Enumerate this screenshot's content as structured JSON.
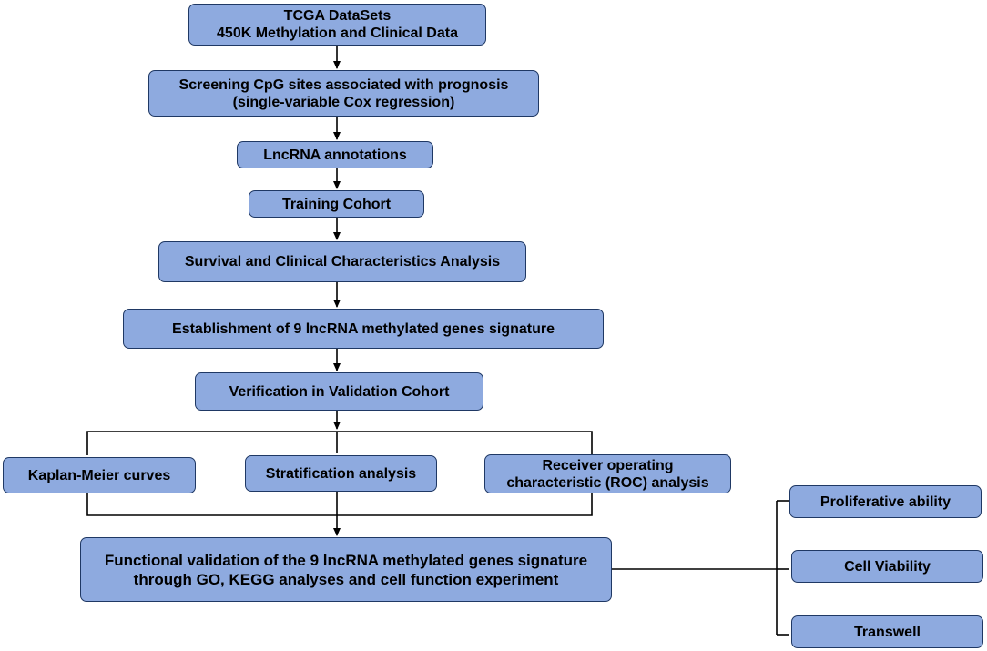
{
  "flowchart": {
    "tcga_box": {
      "line1": "TCGA DataSets",
      "line2": "450K Methylation  and Clinical Data"
    },
    "screening_box": {
      "line1": "Screening CpG sites associated with prognosis",
      "line2": "(single-variable Cox regression)"
    },
    "lncrna_box": {
      "text": "LncRNA annotations"
    },
    "training_box": {
      "text": "Training Cohort"
    },
    "survival_box": {
      "text": "Survival and Clinical Characteristics Analysis"
    },
    "establishment_box": {
      "text": "Establishment of 9 lncRNA methylated genes signature"
    },
    "verification_box": {
      "text": "Verification in Validation Cohort"
    },
    "kaplan_box": {
      "text": "Kaplan-Meier curves"
    },
    "stratification_box": {
      "text": "Stratification analysis"
    },
    "roc_box": {
      "line1": "Receiver operating",
      "line2": "characteristic (ROC) analysis"
    },
    "functional_box": {
      "line1": "Functional validation of the 9 lncRNA methylated genes signature",
      "line2": "through GO, KEGG analyses and cell function experiment"
    },
    "proliferative_box": {
      "text": "Proliferative ability"
    },
    "viability_box": {
      "text": "Cell Viability"
    },
    "transwell_box": {
      "text": "Transwell"
    }
  },
  "colors": {
    "box_fill": "#8eaadf",
    "box_border": "#1f3864",
    "connector": "#000000"
  }
}
